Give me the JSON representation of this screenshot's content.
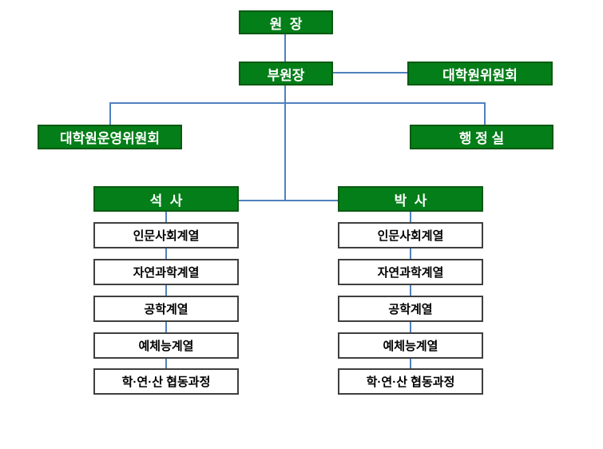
{
  "diagram": {
    "type": "organization-chart",
    "colors": {
      "node_fill": "#047e18",
      "node_border": "#0a5a12",
      "node_text": "#ffffff",
      "sub_box_fill": "#ffffff",
      "sub_box_border": "#3f3f3f",
      "sub_box_text": "#000000",
      "connector": "#4f81bd"
    },
    "nodes": {
      "director": "원  장",
      "vice_director": "부원장",
      "graduate_committee": "대학원위원회",
      "operating_committee": "대학원운영위원회",
      "admin_office": "행 정 실"
    },
    "tracks": [
      {
        "label": "석  사",
        "items": [
          "인문사회계열",
          "자연과학계열",
          "공학계열",
          "예체능계열",
          "학·연·산 협동과정"
        ]
      },
      {
        "label": "박  사",
        "items": [
          "인문사회계열",
          "자연과학계열",
          "공학계열",
          "예체능계열",
          "학·연·산 협동과정"
        ]
      }
    ]
  }
}
